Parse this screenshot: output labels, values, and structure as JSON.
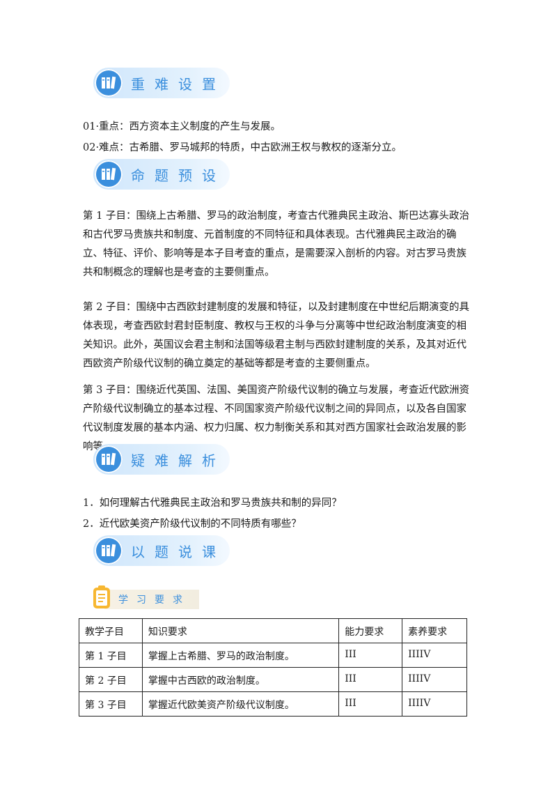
{
  "sections": {
    "s1": "重难设置",
    "s2": "命题预设",
    "s3": "疑难解析",
    "s4": "以题说课"
  },
  "key_points": {
    "p1": "01·重点：西方资本主义制度的产生与发展。",
    "p2": "02·难点：古希腊、罗马城邦的特质，中古欧洲王权与教权的逐渐分立。"
  },
  "proposition": {
    "p1": "第 1 子目：围绕上古希腊、罗马的政治制度，考查古代雅典民主政治、斯巴达寡头政治和古代罗马贵族共和制度、元首制度的不同特征和具体表现。古代雅典民主政治的确立、特征、评价、影响等是本子目考查的重点，是需要深入剖析的内容。对古罗马贵族共和制概念的理解也是考查的主要侧重点。",
    "p2": "第 2 子目：围绕中古西欧封建制度的发展和特征，以及封建制度在中世纪后期演变的具体表现，考查西欧封君封臣制度、教权与王权的斗争与分离等中世纪政治制度演变的相关知识。此外，英国议会君主制和法国等级君主制与西欧封建制度的关系，及其对近代西欧资产阶级代议制的确立奠定的基础等都是考查的主要侧重点。",
    "p3": "第 3 子目：围绕近代英国、法国、美国资产阶级代议制的确立与发展，考查近代欧洲资产阶级代议制确立的基本过程、不同国家资产阶级代议制之间的异同点，以及各自国家代议制度发展的基本内涵、权力归属、权力制衡关系和其对西方国家社会政治发展的影响等。"
  },
  "questions": {
    "q1": "1．如何理解古代雅典民主政治和罗马贵族共和制的异同？",
    "q2": "2．近代欧美资产阶级代议制的不同特质有哪些？"
  },
  "requirements": {
    "title": "学习要求",
    "headers": [
      "教学子目",
      "知识要求",
      "能力要求",
      "素养要求"
    ],
    "rows": [
      [
        "第 1 子目",
        "掌握上古希腊、罗马的政治制度。",
        "III",
        "IIIIV"
      ],
      [
        "第 2 子目",
        "掌握中古西欧的政治制度。",
        "III",
        "IIIIV"
      ],
      [
        "第 3 子目",
        "掌握近代欧美资产阶级代议制度。",
        "III",
        "IIIIV"
      ]
    ]
  },
  "colors": {
    "accent": "#3b8fdd",
    "banner_bg": "#e3f1fd",
    "tag_bg": "#f2ede0"
  }
}
